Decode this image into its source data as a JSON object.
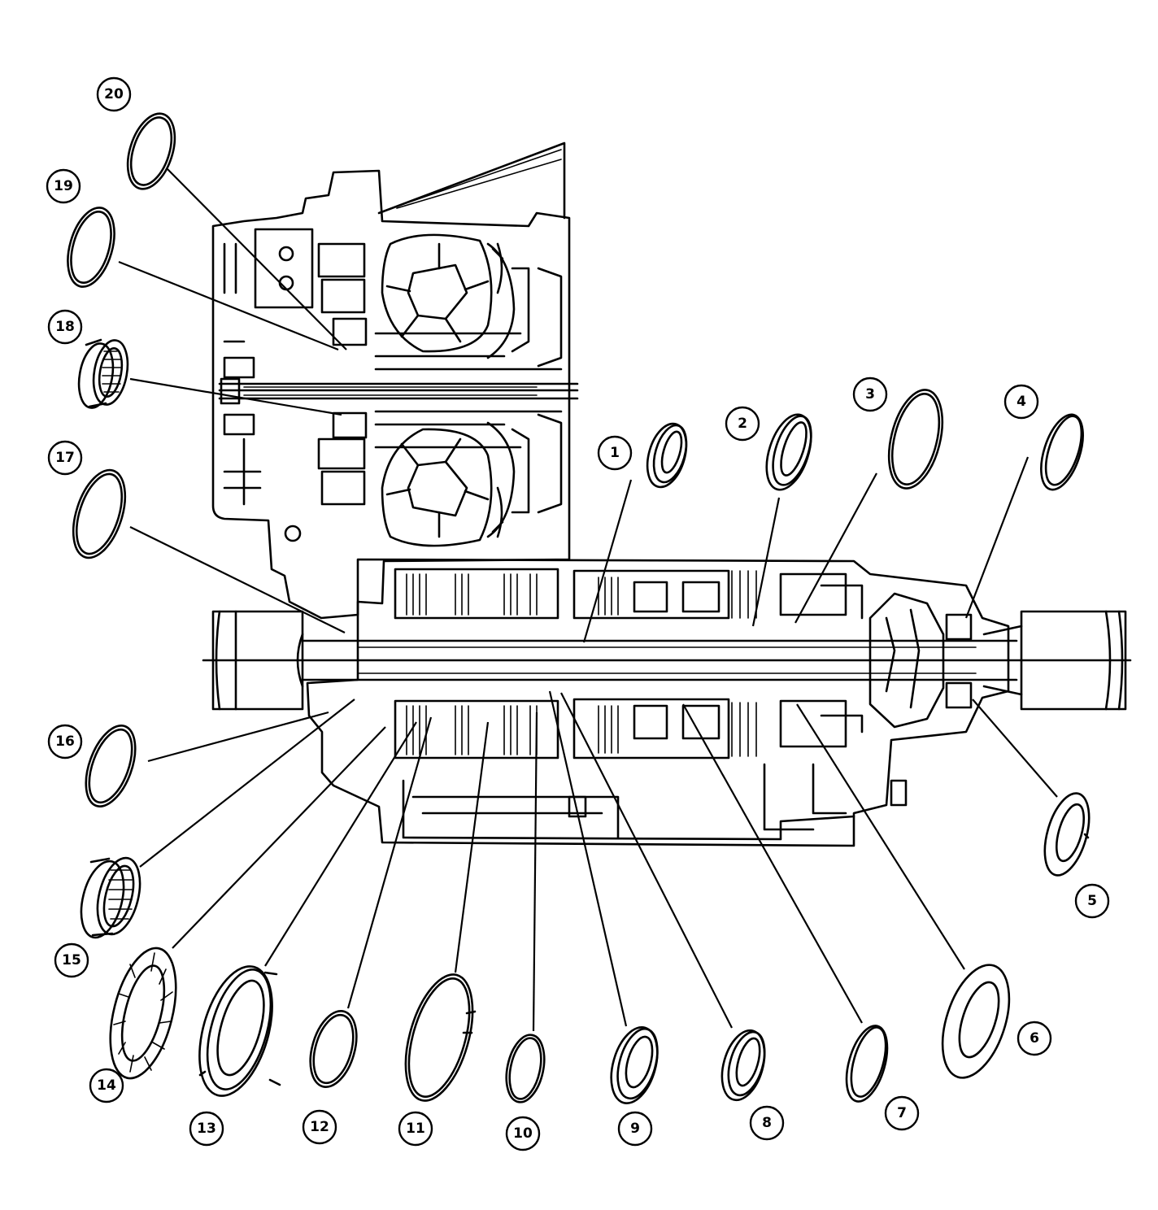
{
  "callouts": [
    {
      "id": "1",
      "label": "1"
    },
    {
      "id": "2",
      "label": "2"
    },
    {
      "id": "3",
      "label": "3"
    },
    {
      "id": "4",
      "label": "4"
    },
    {
      "id": "5",
      "label": "5"
    },
    {
      "id": "6",
      "label": "6"
    },
    {
      "id": "7",
      "label": "7"
    },
    {
      "id": "8",
      "label": "8"
    },
    {
      "id": "9",
      "label": "9"
    },
    {
      "id": "10",
      "label": "10"
    },
    {
      "id": "11",
      "label": "11"
    },
    {
      "id": "12",
      "label": "12"
    },
    {
      "id": "13",
      "label": "13"
    },
    {
      "id": "14",
      "label": "14"
    },
    {
      "id": "15",
      "label": "15"
    },
    {
      "id": "16",
      "label": "16"
    },
    {
      "id": "17",
      "label": "17"
    },
    {
      "id": "18",
      "label": "18"
    },
    {
      "id": "19",
      "label": "19"
    },
    {
      "id": "20",
      "label": "20"
    }
  ],
  "colors": {
    "ink": "#000000",
    "paper": "#ffffff"
  }
}
